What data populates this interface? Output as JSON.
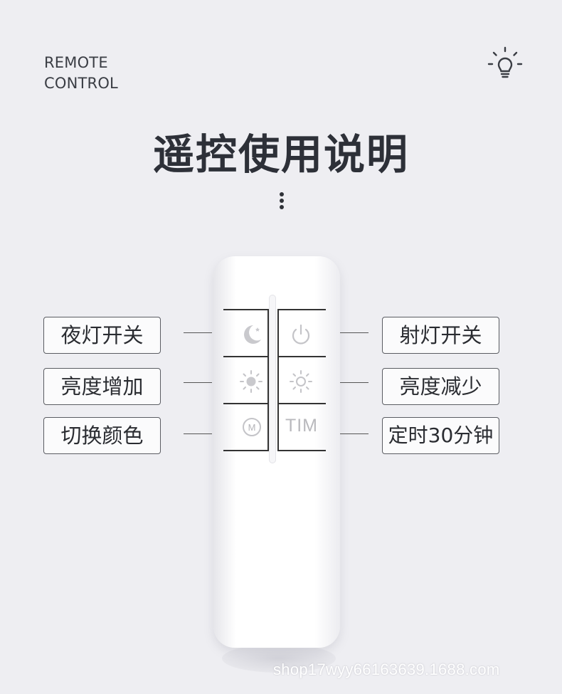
{
  "brand": {
    "line1": "REMOTE",
    "line2": "CONTROL"
  },
  "title": "遥控使用说明",
  "remote": {
    "tim_label": "TIM",
    "mode_letter": "M"
  },
  "labels_left": [
    "夜灯开关",
    "亮度增加",
    "切换颜色"
  ],
  "labels_right": [
    "射灯开关",
    "亮度减少",
    "定时30分钟"
  ],
  "icons": [
    "lightbulb-icon",
    "moon-star-icon",
    "power-icon",
    "sun-filled-icon",
    "sun-outline-icon",
    "mode-m-icon"
  ],
  "watermark": "shop17wyy66163639.1688.com"
}
